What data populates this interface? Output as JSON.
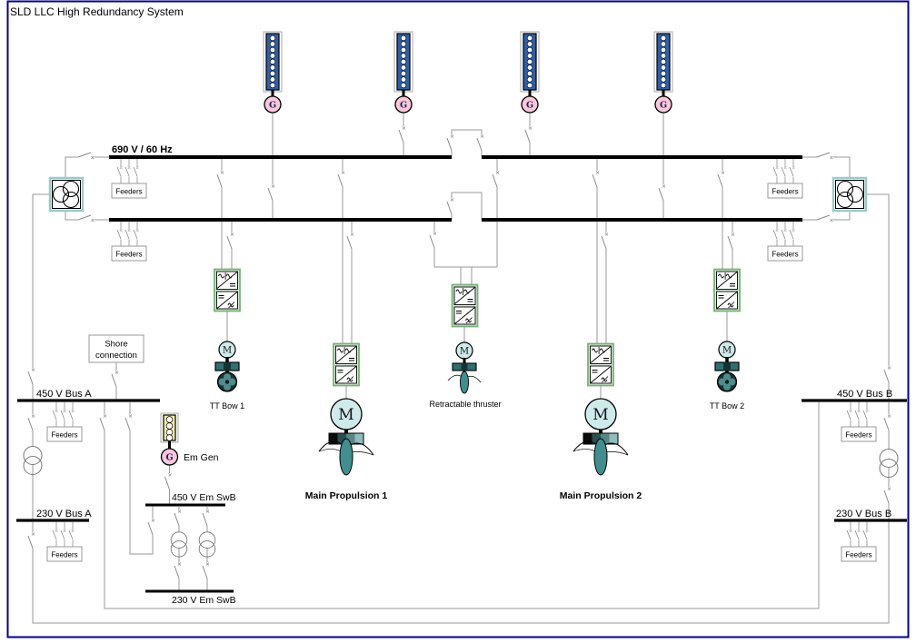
{
  "title": "SLD LLC High Redundancy System",
  "main_bus": {
    "label": "690 V / 60 Hz",
    "sections": 2,
    "tie_between_sections": true
  },
  "buses": {
    "bus_450_a": "450 V Bus A",
    "bus_230_a": "230 V Bus A",
    "bus_450_b": "450 V Bus B",
    "bus_230_b": "230 V Bus B",
    "em_swb_450": "450 V Em SwB",
    "em_swb_230": "230 V Em SwB"
  },
  "labels": {
    "feeders": "Feeders",
    "em_gen": "Em Gen",
    "shore_connection": {
      "line1": "Shore",
      "line2": "connection"
    },
    "generator_letter": "G",
    "motor_letter": "M"
  },
  "loads": {
    "tt_bow_1": "TT Bow 1",
    "main_propulsion_1": "Main Propulsion 1",
    "retractable_thruster": "Retractable thruster",
    "main_propulsion_2": "Main Propulsion 2",
    "tt_bow_2": "TT Bow 2"
  },
  "generators": {
    "count": 4,
    "emergency_count": 1
  },
  "colors": {
    "border": "#000099",
    "bus": "#000000",
    "line": "#9a9a9a",
    "generator_blue": "#2e5fa8",
    "generator_circle_pink": "#f9c6da",
    "em_gen_yellow": "#f6f1a3",
    "motor_cyan": "#cfeaea",
    "converter_green_border": "#79b079",
    "converter_green_fill": "#d9ecd9",
    "transformer_frame_teal": "#9ccaca",
    "thruster_teal_dark": "#2f6f6f",
    "propeller_teal": "#3f8f8f"
  }
}
